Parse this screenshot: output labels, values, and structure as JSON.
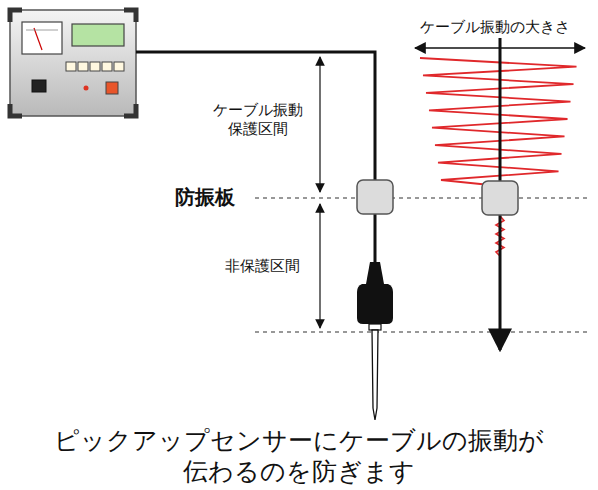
{
  "diagram": {
    "caption": "ピックアップセンサーにケーブルの振動が 伝わるのを防ぎます",
    "labels": [
      "ケーブル振動の大きさ",
      "ケーブル振動 保護区間",
      "防振板",
      "非保護区間"
    ]
  }
}
